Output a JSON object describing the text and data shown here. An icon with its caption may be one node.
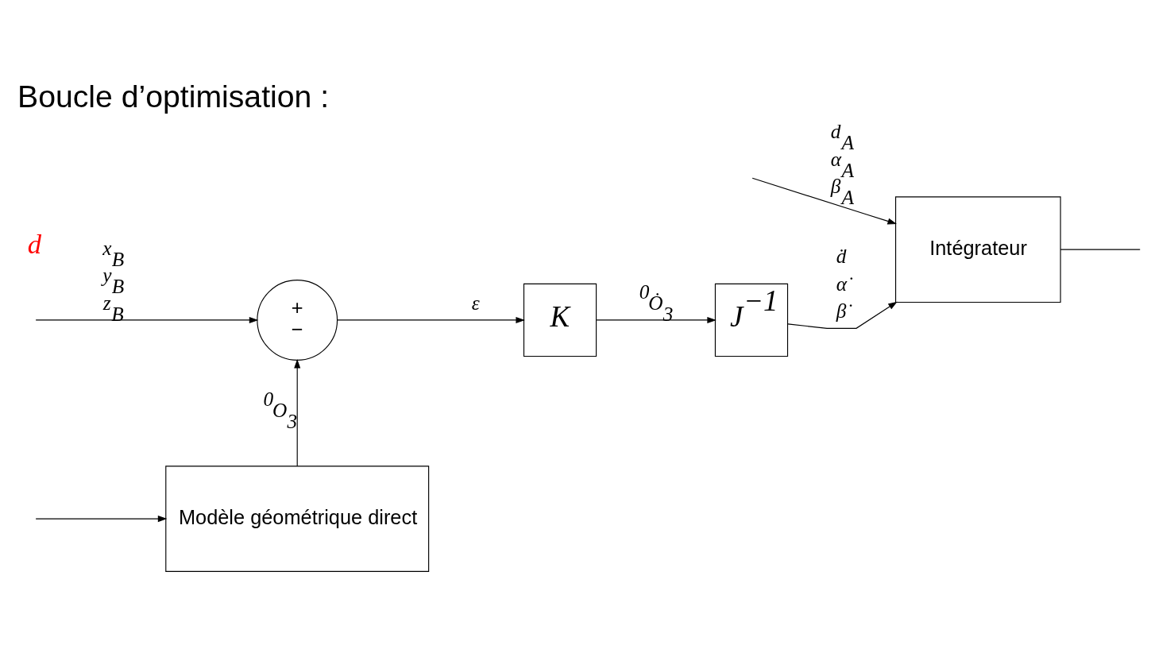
{
  "diagram": {
    "title": "Boucle d’optimisation :",
    "nodes": [
      {
        "text": [
          "+",
          "−"
        ]
      },
      {
        "text": [
          "K"
        ]
      },
      {
        "text": [
          "J$^{−1}$"
        ]
      },
      {
        "text": [
          "Intégrateur"
        ]
      },
      {
        "text": [
          "Modèle géométrique direct"
        ]
      }
    ],
    "edges": [
      {
        "from": null,
        "to": 0,
        "arrow": "to",
        "label": "x$_{B}$ y$_{B}$ z$_{B}$"
      },
      {
        "from": 0,
        "to": 1,
        "arrow": "to",
        "label": "ε"
      },
      {
        "from": 1,
        "to": 2,
        "arrow": "to",
        "label": "$^{0}$Ȯ$_{3}$"
      },
      {
        "from": 2,
        "to": 3,
        "arrow": "to",
        "label": "ḋ α̇ β̇"
      },
      {
        "from": null,
        "to": 3,
        "arrow": "to",
        "label": "d$_{A}$ α$_{A}$ β$_{A}$"
      },
      {
        "from": 3,
        "to": null,
        "arrow": "none"
      },
      {
        "from": null,
        "to": 4,
        "arrow": "to"
      },
      {
        "from": 4,
        "to": 0,
        "arrow": "to",
        "label": "$^{0}$O$_{3}$"
      }
    ],
    "labels": [
      "d"
    ]
  }
}
